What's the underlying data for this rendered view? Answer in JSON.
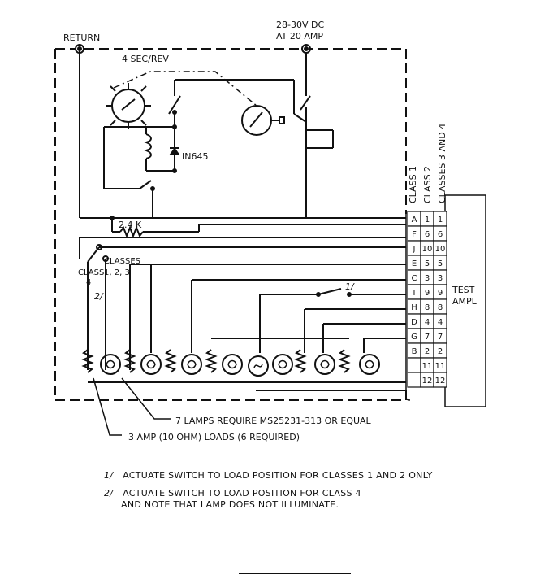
{
  "labels": {
    "return": "RETURN",
    "supply_line1": "28-30V DC",
    "supply_line2": "AT 20 AMP",
    "timer": "4  SEC/REV",
    "diode": "IN645",
    "resistor": "2.4 K",
    "classes_123_line1": "CLASSES",
    "classes_123_line2": "1, 2, 3",
    "class4_line1": "CLASS",
    "class4_line2": "4",
    "note2_marker": "2/",
    "note1_marker": "1/",
    "test_ampl_line1": "TEST",
    "test_ampl_line2": "AMPL",
    "class1_header": "CLASS 1",
    "class2_header": "CLASS 2",
    "class34_header": "CLASSES 3 AND 4",
    "lamps_callout": "7  LAMPS REQUIRE MS25231-313 OR EQUAL",
    "loads_callout": "3 AMP (10 OHM) LOADS (6 REQUIRED)"
  },
  "connector_rows": [
    {
      "pin": "A",
      "c1": "1",
      "c2": "1"
    },
    {
      "pin": "F",
      "c1": "6",
      "c2": "6"
    },
    {
      "pin": "J",
      "c1": "10",
      "c2": "10"
    },
    {
      "pin": "E",
      "c1": "5",
      "c2": "5"
    },
    {
      "pin": "C",
      "c1": "3",
      "c2": "3"
    },
    {
      "pin": "I",
      "c1": "9",
      "c2": "9"
    },
    {
      "pin": "H",
      "c1": "8",
      "c2": "8"
    },
    {
      "pin": "D",
      "c1": "4",
      "c2": "4"
    },
    {
      "pin": "G",
      "c1": "7",
      "c2": "7"
    },
    {
      "pin": "B",
      "c1": "2",
      "c2": "2"
    },
    {
      "pin": "",
      "c1": "11",
      "c2": "11"
    },
    {
      "pin": "",
      "c1": "12",
      "c2": "12"
    }
  ],
  "notes": [
    {
      "marker": "1/",
      "text": "ACTUATE SWITCH TO LOAD POSITION FOR CLASSES 1 AND 2 ONLY"
    },
    {
      "marker": "2/",
      "line1": "ACTUATE SWITCH TO LOAD POSITION FOR CLASS 4",
      "line2": "AND NOTE THAT LAMP DOES NOT ILLUMINATE."
    }
  ]
}
